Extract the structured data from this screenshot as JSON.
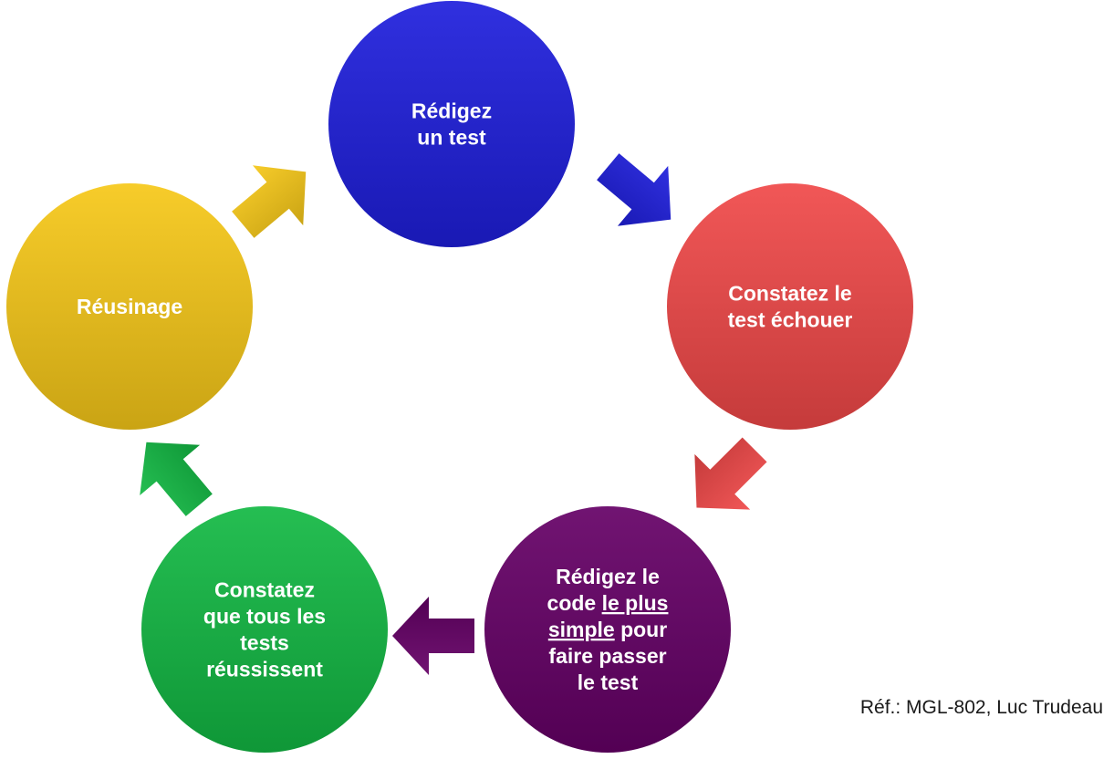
{
  "diagram": {
    "steps": [
      {
        "id": "write-test",
        "color": "#1E1EDC",
        "lines": [
          [
            {
              "t": "Rédigez",
              "u": false
            }
          ],
          [
            {
              "t": "un test",
              "u": false
            }
          ]
        ]
      },
      {
        "id": "see-test-fail",
        "color": "#F04848",
        "lines": [
          [
            {
              "t": "Constatez le",
              "u": false
            }
          ],
          [
            {
              "t": "test échouer",
              "u": false
            }
          ]
        ]
      },
      {
        "id": "write-simplest-code",
        "color": "#650066",
        "lines": [
          [
            {
              "t": "Rédigez le",
              "u": false
            }
          ],
          [
            {
              "t": "code ",
              "u": false
            },
            {
              "t": "le plus",
              "u": true
            }
          ],
          [
            {
              "t": "simple",
              "u": true
            },
            {
              "t": " pour",
              "u": false
            }
          ],
          [
            {
              "t": "faire passer",
              "u": false
            }
          ],
          [
            {
              "t": "le test",
              "u": false
            }
          ]
        ]
      },
      {
        "id": "see-all-tests-pass",
        "color": "#12B843",
        "lines": [
          [
            {
              "t": "Constatez",
              "u": false
            }
          ],
          [
            {
              "t": "que tous les",
              "u": false
            }
          ],
          [
            {
              "t": "tests",
              "u": false
            }
          ],
          [
            {
              "t": "réussissent",
              "u": false
            }
          ]
        ]
      },
      {
        "id": "refactor",
        "color": "#F6C818",
        "lines": [
          [
            {
              "t": "Réusinage",
              "u": false
            }
          ]
        ]
      }
    ],
    "arrows": [
      {
        "from": "write-test",
        "to": "see-test-fail",
        "color": "#1E1EDC"
      },
      {
        "from": "see-test-fail",
        "to": "write-simplest-code",
        "color": "#F04848"
      },
      {
        "from": "write-simplest-code",
        "to": "see-all-tests-pass",
        "color": "#650066"
      },
      {
        "from": "see-all-tests-pass",
        "to": "refactor",
        "color": "#12B843"
      },
      {
        "from": "refactor",
        "to": "write-test",
        "color": "#F6C818"
      }
    ]
  },
  "reference": "Réf.: MGL-802, Luc Trudeau"
}
